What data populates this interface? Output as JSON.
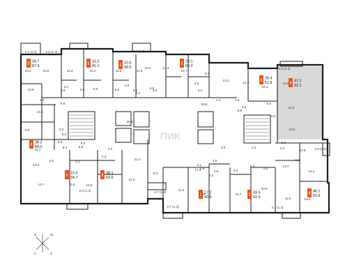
{
  "highlight_color": "#d9d9d9",
  "badge_color": "#e8531c",
  "units": [
    {
      "rooms": "2",
      "area_living": "39.7",
      "area_total": "67.9"
    },
    {
      "rooms": "1",
      "area_living": "16.2",
      "area_total": "41.1"
    },
    {
      "rooms": "1",
      "area_living": "15.6",
      "area_total": "39.5"
    },
    {
      "rooms": "1",
      "area_living": "29.1",
      "area_total": "60.3"
    },
    {
      "rooms": "2",
      "area_living": "28.4",
      "area_total": "61.8"
    },
    {
      "rooms": "3",
      "area_living": "47.2",
      "area_total": "83.1"
    },
    {
      "rooms": "2",
      "area_living": "38.2",
      "area_total": "64.0"
    },
    {
      "rooms": "1",
      "area_living": "15.6",
      "area_total": "34.7"
    },
    {
      "rooms": "2",
      "area_living": "38.1",
      "area_total": "63.6"
    },
    {
      "rooms": "1",
      "area_living": "17.2",
      "area_total": "43.5"
    },
    {
      "rooms": "2",
      "area_living": "33.5",
      "area_total": "62.9"
    },
    {
      "rooms": "3",
      "area_living": "48.1",
      "area_total": "82.6"
    }
  ],
  "rooms": [
    "2.4 (1.2)",
    "2.6 (1.4)",
    "2.6 (1.3)",
    "4.5 (2.3)",
    "15.4",
    "10.0",
    "11.3",
    "16.2",
    "15.6",
    "10.4",
    "11.9",
    "14.4",
    "14.7",
    "5.9",
    "13.2",
    "15.4",
    "12.2",
    "14.9",
    "10.9",
    "2.8",
    "5.1",
    "5.5",
    "5.6",
    "5.6",
    "4.9",
    "5.1",
    "6.9",
    "2.2",
    "3.6",
    "4.5",
    "3.1",
    "4.2",
    "4.6",
    "6.9",
    "3.0",
    "3.6",
    "13.5",
    "9.9",
    "30.9",
    "29.5",
    "12.9",
    "10.5",
    "18.5",
    "4.3",
    "6.8",
    "3.6",
    "5.2",
    "11.1",
    "12.4",
    "14.7",
    "4.6",
    "5.9",
    "8.4",
    "3.3",
    "5.6",
    "9.0",
    "14.5",
    "2.9 (1.5)",
    "4.0",
    "13.7",
    "14.2",
    "4.3",
    "4.2",
    "15.6",
    "16.8",
    "21.3",
    "31.4",
    "9.2",
    "2.3 (1.2)",
    "2.7 (1.4)",
    "12.4",
    "17.2",
    "4.3",
    "3.8",
    "4.0",
    "5.9",
    "4.0",
    "16.9",
    "16.7",
    "10.9",
    "11.5",
    "19.4",
    "2.7 (1.4)",
    "2.4 (1.3)",
    "5.0",
    "5.5",
    "1.2",
    "4.8",
    "2.6",
    "4.1",
    "3.9"
  ],
  "watermark": "ПИК",
  "compass": {
    "north": "N",
    "east": "Ю",
    "south": "С",
    "west": "З"
  }
}
